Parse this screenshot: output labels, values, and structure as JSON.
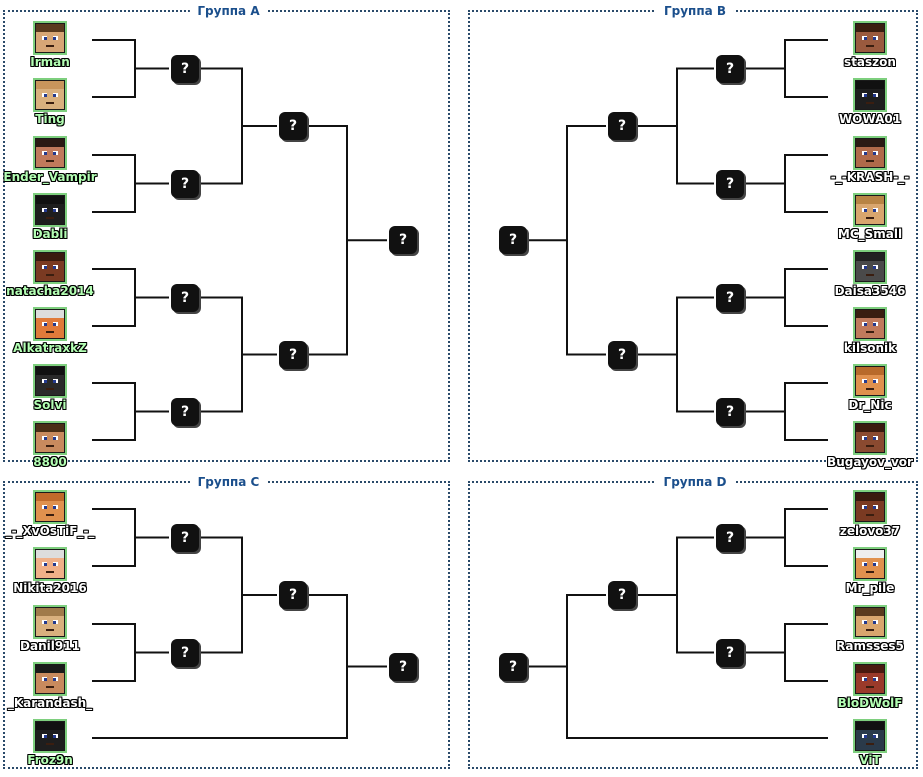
{
  "groups": [
    {
      "id": "A",
      "title": "Группа А",
      "align": "left",
      "players": [
        {
          "name": "Irman",
          "label_color": "green",
          "skin": "#d7a676",
          "hair": "#5a3a1e"
        },
        {
          "name": "Ting",
          "label_color": "green",
          "skin": "#d9b07e",
          "hair": "#c8955c"
        },
        {
          "name": "Ender_Vampir",
          "label_color": "green",
          "skin": "#c07a5c",
          "hair": "#2a1a14"
        },
        {
          "name": "Dabli",
          "label_color": "green",
          "skin": "#1e1e1e",
          "hair": "#111111"
        },
        {
          "name": "natacha2014",
          "label_color": "green",
          "skin": "#7a3a22",
          "hair": "#3a1a0e"
        },
        {
          "name": "AlkatraxkZ",
          "label_color": "green",
          "skin": "#e07a3a",
          "hair": "#dddddd"
        },
        {
          "name": "Solvi",
          "label_color": "green",
          "skin": "#2a2a2a",
          "hair": "#111111"
        },
        {
          "name": "8800",
          "label_color": "green",
          "skin": "#c88a5e",
          "hair": "#4a2e16"
        }
      ]
    },
    {
      "id": "B",
      "title": "Группа B",
      "align": "right",
      "players": [
        {
          "name": "staszon",
          "label_color": "white",
          "skin": "#9a5a3e",
          "hair": "#3a1e10"
        },
        {
          "name": "WOWA01",
          "label_color": "white",
          "skin": "#1e1e1e",
          "hair": "#111111"
        },
        {
          "name": "-_-KRASH-_-",
          "label_color": "white",
          "skin": "#b06a4a",
          "hair": "#2a1a14"
        },
        {
          "name": "MC_Small",
          "label_color": "white",
          "skin": "#d9a66e",
          "hair": "#b88444"
        },
        {
          "name": "Daisa3546",
          "label_color": "white",
          "skin": "#4a4a4a",
          "hair": "#222222"
        },
        {
          "name": "kilsonik",
          "label_color": "white",
          "skin": "#c07a5c",
          "hair": "#3a1e10"
        },
        {
          "name": "Dr_Nic",
          "label_color": "white",
          "skin": "#e0914e",
          "hair": "#b86a2a"
        },
        {
          "name": "Bugayov_vor",
          "label_color": "white",
          "skin": "#8a4a30",
          "hair": "#3a1a0e"
        }
      ]
    },
    {
      "id": "C",
      "title": "Группа С",
      "align": "left",
      "players": [
        {
          "name": "_-_XvOsTiF_-_",
          "label_color": "white",
          "skin": "#e0914e",
          "hair": "#c06a2a"
        },
        {
          "name": "Nikita2016",
          "label_color": "white",
          "skin": "#f0b088",
          "hair": "#dddddd"
        },
        {
          "name": "Danil911",
          "label_color": "white",
          "skin": "#d9b07e",
          "hair": "#a07a4a"
        },
        {
          "name": "_Karandash_",
          "label_color": "white",
          "skin": "#c88a5e",
          "hair": "#1a1a1a"
        },
        {
          "name": "Froz9n",
          "label_color": "green",
          "skin": "#1e1e1e",
          "hair": "#111111"
        }
      ]
    },
    {
      "id": "D",
      "title": "Группа D",
      "align": "right",
      "players": [
        {
          "name": "zelovo37",
          "label_color": "white",
          "skin": "#7a3a22",
          "hair": "#3a1a0e"
        },
        {
          "name": "Mr_pile",
          "label_color": "white",
          "skin": "#e0914e",
          "hair": "#eeeeee"
        },
        {
          "name": "Ramsses5",
          "label_color": "white",
          "skin": "#d9a66e",
          "hair": "#5a3a1e"
        },
        {
          "name": "BloDWolF",
          "label_color": "green",
          "skin": "#9a3a2a",
          "hair": "#4a1a10"
        },
        {
          "name": "ViT",
          "label_color": "green",
          "skin": "#2a3a4a",
          "hair": "#111111"
        }
      ]
    }
  ],
  "match_placeholder": "?"
}
